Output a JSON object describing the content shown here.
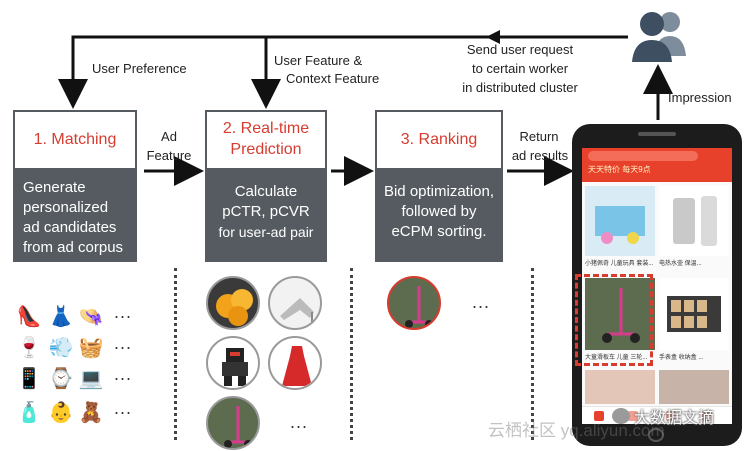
{
  "top_labels": {
    "user_preference": "User Preference",
    "user_feature_line1": "User Feature &",
    "user_feature_line2": "Context Feature",
    "send_request_line1": "Send user request",
    "send_request_line2": "to certain worker",
    "send_request_line3": "in distributed cluster",
    "impression": "Impression"
  },
  "arrow_labels": {
    "ad_feature_line1": "Ad",
    "ad_feature_line2": "Feature",
    "return_line1": "Return",
    "return_line2": "ad results"
  },
  "boxes": [
    {
      "title_line1": "1. Matching",
      "title_line2": "",
      "body": [
        "Generate",
        "personalized",
        "ad candidates",
        "from ad corpus"
      ]
    },
    {
      "title_line1": "2. Real-time",
      "title_line2": "Prediction",
      "body": [
        "Calculate",
        "pCTR, pCVR",
        "for user-ad pair"
      ]
    },
    {
      "title_line1": "3. Ranking",
      "title_line2": "",
      "body": [
        "Bid optimization,",
        "followed by",
        "eCPM sorting."
      ]
    }
  ],
  "ellipsis": "...",
  "watermark": {
    "wechat": "大数据文摘",
    "site": "云栖社区 yq.aliyun.com"
  },
  "phone_products": {
    "top_left": "小猪佩奇 儿童玩具 套装...",
    "top_right": "电热水壶 保温...",
    "bottom_left": "大童滑板车 儿童 三轮...",
    "bottom_right": "手表盒 收纳盒 ..."
  },
  "phone_banner": "天天特价 每天9点",
  "colors": {
    "accent": "#d63c2f",
    "box": "#555b60",
    "arrow": "#111111",
    "person": "#3d4f60"
  }
}
